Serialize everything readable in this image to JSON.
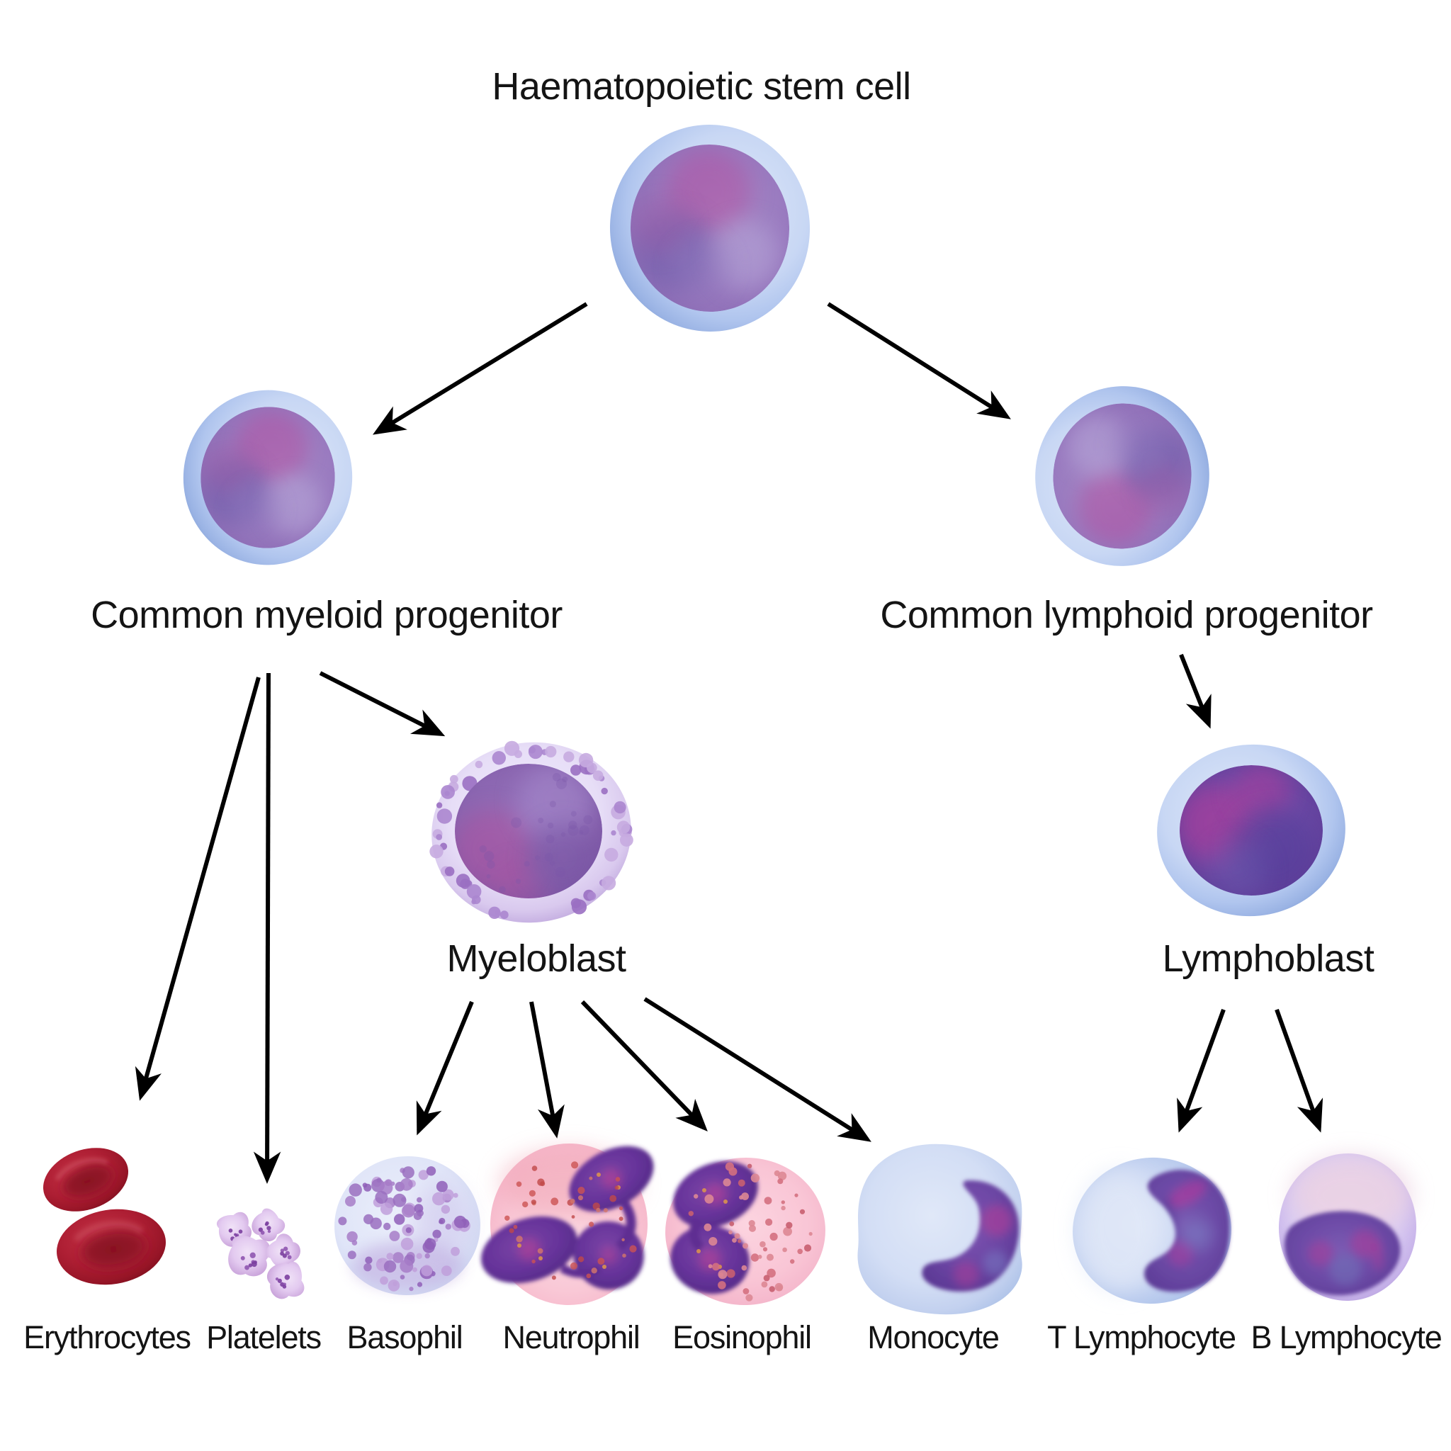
{
  "diagram_title": "Haematopoietic stem cell",
  "nodes": {
    "stem_cell": {
      "label": "Haematopoietic stem cell"
    },
    "myeloid_progenitor": {
      "label": "Common myeloid progenitor"
    },
    "lymphoid_progenitor": {
      "label": "Common lymphoid progenitor"
    },
    "myeloblast": {
      "label": "Myeloblast"
    },
    "lymphoblast": {
      "label": "Lymphoblast"
    },
    "erythrocytes": {
      "label": "Erythrocytes"
    },
    "platelets": {
      "label": "Platelets"
    },
    "basophil": {
      "label": "Basophil"
    },
    "neutrophil": {
      "label": "Neutrophil"
    },
    "eosinophil": {
      "label": "Eosinophil"
    },
    "monocyte": {
      "label": "Monocyte"
    },
    "t_lymphocyte": {
      "label": "T Lymphocyte"
    },
    "b_lymphocyte": {
      "label": "B Lymphocyte"
    }
  },
  "edges": [
    {
      "from": "Haematopoietic stem cell",
      "to": "Common myeloid progenitor"
    },
    {
      "from": "Haematopoietic stem cell",
      "to": "Common lymphoid progenitor"
    },
    {
      "from": "Common myeloid progenitor",
      "to": "Erythrocytes"
    },
    {
      "from": "Common myeloid progenitor",
      "to": "Platelets"
    },
    {
      "from": "Common myeloid progenitor",
      "to": "Myeloblast"
    },
    {
      "from": "Myeloblast",
      "to": "Basophil"
    },
    {
      "from": "Myeloblast",
      "to": "Neutrophil"
    },
    {
      "from": "Myeloblast",
      "to": "Eosinophil"
    },
    {
      "from": "Myeloblast",
      "to": "Monocyte"
    },
    {
      "from": "Common lymphoid progenitor",
      "to": "Lymphoblast"
    },
    {
      "from": "Lymphoblast",
      "to": "T Lymphocyte"
    },
    {
      "from": "Lymphoblast",
      "to": "B Lymphocyte"
    }
  ],
  "colors": {
    "background": "#ffffff",
    "text": "#141414",
    "arrow": "#000000",
    "progenitor_rim_blue": "#9db8e6",
    "progenitor_nucleus_purple": "#9a7bc0",
    "nucleus_magenta": "#b2489e",
    "myeloblast_body_lavender": "#e7def7",
    "deep_nucleus_purple": "#5f2f92",
    "erythrocyte_red": "#a51c2f",
    "platelet_lavender": "#e3caf0",
    "basophil_body": "#dfe4f7",
    "basophil_granule": "#8f5fb8",
    "neutrophil_body_pink": "#f9c8d6",
    "eosinophil_body_pink": "#f9c5d5",
    "eosinophil_granule": "#d4707f",
    "monocyte_body_blue": "#d3def5",
    "t_lymphocyte_body_blue": "#c9d6f2",
    "b_lymphocyte_body_lavender": "#d8caf2"
  }
}
